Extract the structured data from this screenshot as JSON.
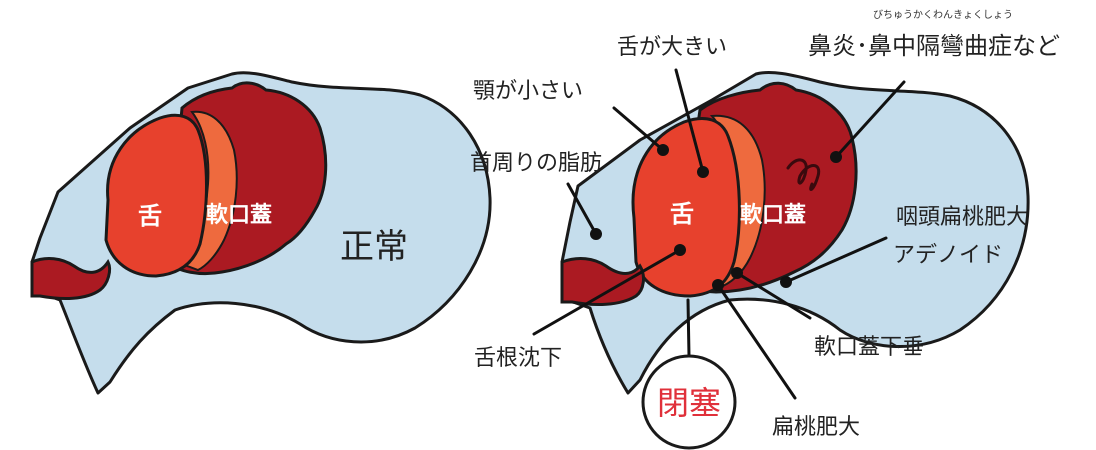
{
  "colors": {
    "airway_tissue": "#c5ddec",
    "outline": "#1a1a1a",
    "dark_red": "#ab1a22",
    "tongue_red": "#e7412d",
    "palate_orange": "#ee6a3e",
    "blocked_text": "#e0303a"
  },
  "normal": {
    "tongue": "舌",
    "soft_palate": "軟口蓋",
    "status": "正常"
  },
  "apnea": {
    "tongue": "舌",
    "soft_palate": "軟口蓋",
    "labels": {
      "large_tongue": "舌が大きい",
      "small_jaw": "顎が小さい",
      "neck_fat": "首周りの脂肪",
      "nasal": "鼻炎･鼻中隔彎曲症など",
      "nasal_ruby": "びちゅうかくわんきょくしょう",
      "adenoid_1": "咽頭扁桃肥大",
      "adenoid_2": "アデノイド",
      "uvula": "軟口蓋下垂",
      "tongue_drop": "舌根沈下",
      "tonsil": "扁桃肥大",
      "blocked": "閉塞"
    }
  }
}
